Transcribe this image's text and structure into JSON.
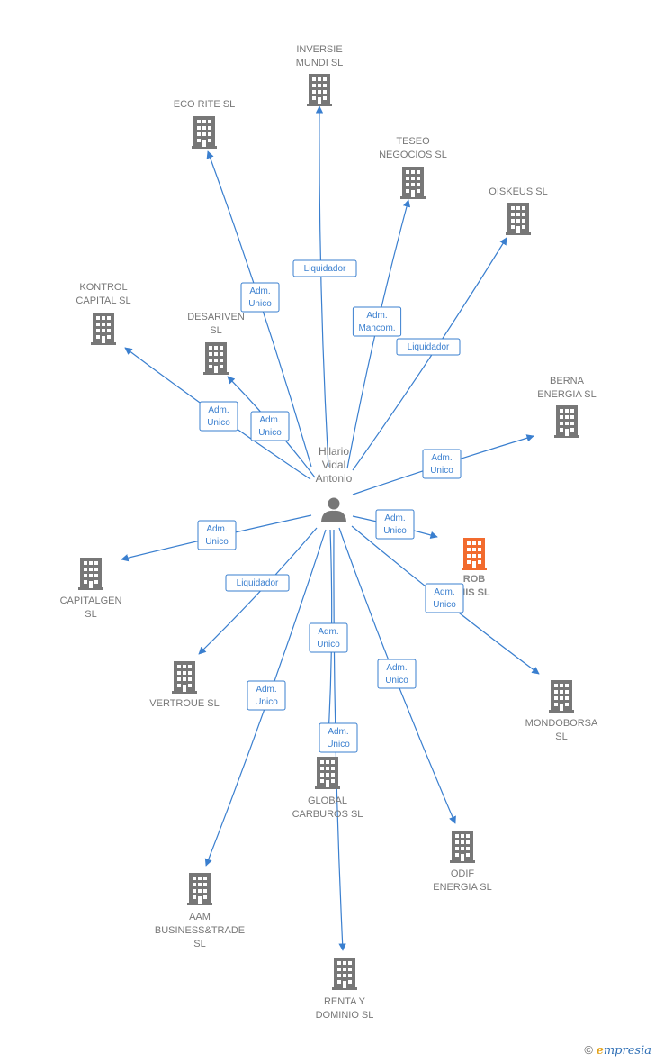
{
  "person": {
    "lines": [
      "Hilario",
      "Vidal",
      "Antonio"
    ]
  },
  "colors": {
    "edge": "#3a7fcf",
    "company": "#777777",
    "highlight": "#f26b2e"
  },
  "companies": [
    {
      "id": "inversie",
      "lines": [
        "INVERSIE",
        "MUNDI SL"
      ]
    },
    {
      "id": "ecorite",
      "lines": [
        "ECO RITE  SL"
      ]
    },
    {
      "id": "teseo",
      "lines": [
        "TESEO",
        "NEGOCIOS  SL"
      ]
    },
    {
      "id": "oiskeus",
      "lines": [
        "OISKEUS SL"
      ]
    },
    {
      "id": "kontrol",
      "lines": [
        "KONTROL",
        "CAPITAL  SL"
      ]
    },
    {
      "id": "desariven",
      "lines": [
        "DESARIVEN",
        "SL"
      ]
    },
    {
      "id": "berna",
      "lines": [
        "BERNA",
        "ENERGIA  SL"
      ]
    },
    {
      "id": "rob",
      "lines": [
        "ROB",
        "NIS  SL"
      ],
      "highlight": true
    },
    {
      "id": "capitalgen",
      "lines": [
        "CAPITALGEN",
        "SL"
      ]
    },
    {
      "id": "vertroue",
      "lines": [
        "VERTROUE SL"
      ]
    },
    {
      "id": "mondoborsa",
      "lines": [
        "MONDOBORSA",
        "SL"
      ]
    },
    {
      "id": "global",
      "lines": [
        "GLOBAL",
        "CARBUROS  SL"
      ]
    },
    {
      "id": "odif",
      "lines": [
        "ODIF",
        "ENERGIA  SL"
      ]
    },
    {
      "id": "aam",
      "lines": [
        "AAM",
        "BUSINESS&TRADE",
        "SL"
      ]
    },
    {
      "id": "renta",
      "lines": [
        "RENTA Y",
        "DOMINIO  SL"
      ]
    }
  ],
  "relations": [
    {
      "to": "inversie",
      "role": [
        "Liquidador"
      ]
    },
    {
      "to": "ecorite",
      "role": [
        "Adm.",
        "Unico"
      ]
    },
    {
      "to": "teseo",
      "role": [
        "Adm.",
        "Mancom."
      ]
    },
    {
      "to": "oiskeus",
      "role": [
        "Liquidador"
      ]
    },
    {
      "to": "kontrol",
      "role": [
        "Adm.",
        "Unico"
      ]
    },
    {
      "to": "desariven",
      "role": [
        "Adm.",
        "Unico"
      ]
    },
    {
      "to": "berna",
      "role": [
        "Adm.",
        "Unico"
      ]
    },
    {
      "to": "rob",
      "role": [
        "Adm.",
        "Unico"
      ]
    },
    {
      "to": "capitalgen",
      "role": [
        "Adm.",
        "Unico"
      ]
    },
    {
      "to": "vertroue",
      "role": [
        "Liquidador"
      ]
    },
    {
      "to": "mondoborsa",
      "role": [
        "Adm.",
        "Unico"
      ]
    },
    {
      "to": "global",
      "role": [
        "Adm.",
        "Unico"
      ]
    },
    {
      "to": "odif",
      "role": [
        "Adm.",
        "Unico"
      ]
    },
    {
      "to": "aam",
      "role": [
        "Adm.",
        "Unico"
      ]
    },
    {
      "to": "renta",
      "role": [
        "Adm.",
        "Unico"
      ]
    }
  ],
  "footer": {
    "copyright": "©",
    "brand_initial": "e",
    "brand_rest": "mpresia"
  }
}
